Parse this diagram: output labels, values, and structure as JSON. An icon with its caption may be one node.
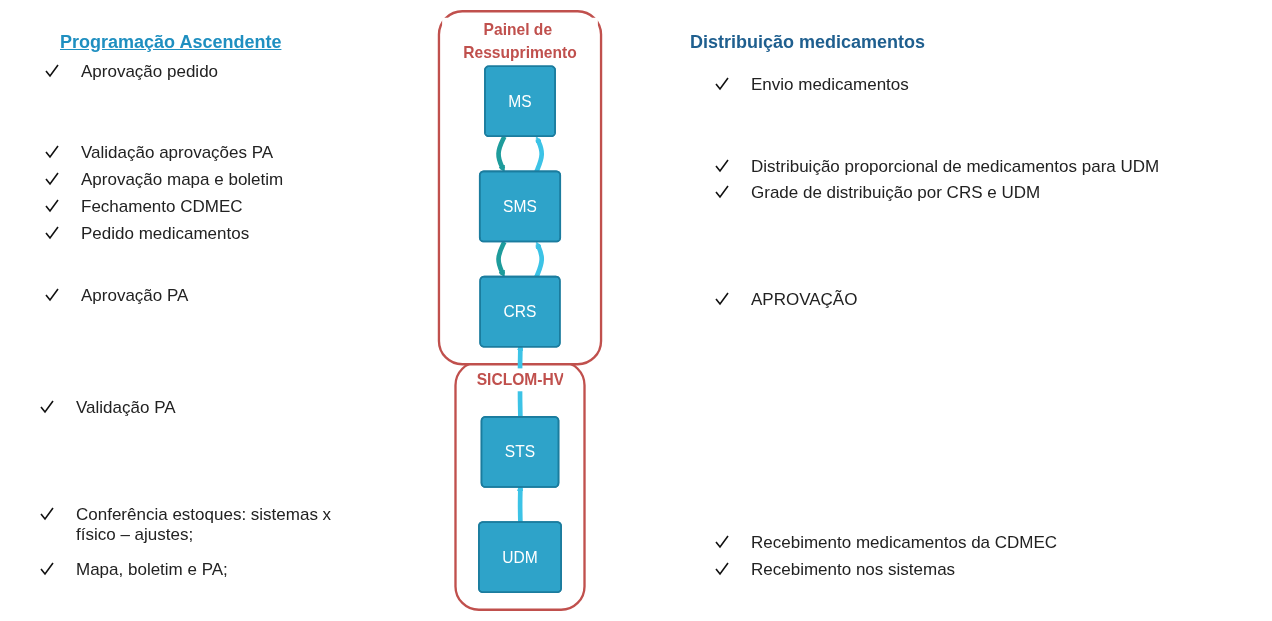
{
  "diagram": {
    "nodes": [
      {
        "text": [
          "Painel de Ressuprimento"
        ]
      },
      {
        "text": [
          "SICLOM-HV"
        ]
      },
      {
        "text": [
          "MS"
        ],
        "in": 0
      },
      {
        "text": [
          "SMS"
        ],
        "in": 0
      },
      {
        "text": [
          "CRS"
        ],
        "in": 0
      },
      {
        "text": [
          "STS"
        ],
        "in": 1
      },
      {
        "text": [
          "UDM"
        ],
        "in": 1
      }
    ],
    "edges": [
      {
        "from": 3,
        "to": 2,
        "arrow": "to"
      },
      {
        "from": 2,
        "to": 3,
        "arrow": "to",
        "color": "#1e9c9c"
      },
      {
        "from": 4,
        "to": 3,
        "arrow": "to"
      },
      {
        "from": 3,
        "to": 4,
        "arrow": "to",
        "color": "#1e9c9c"
      },
      {
        "from": 5,
        "to": 4,
        "arrow": "to"
      },
      {
        "from": 6,
        "to": 5,
        "arrow": "to"
      }
    ],
    "labels": [
      "Programação Ascendente",
      "Aprovação pedido",
      "Validação aprovações PA",
      "Aprovação mapa e boletim",
      "Fechamento CDMEC",
      "Pedido medicamentos",
      "Aprovação PA",
      "Validação PA",
      "Conferência estoques: sistemas x físico – ajustes;",
      "Mapa, boletim e PA;",
      "Distribuição medicamentos",
      "Envio medicamentos",
      "Distribuição proporcional de medicamentos para UDM",
      "Grade de distribuição por CRS e UDM",
      "APROVAÇÃO",
      "Recebimento medicamentos da CDMEC",
      "Recebimento nos sistemas"
    ]
  }
}
